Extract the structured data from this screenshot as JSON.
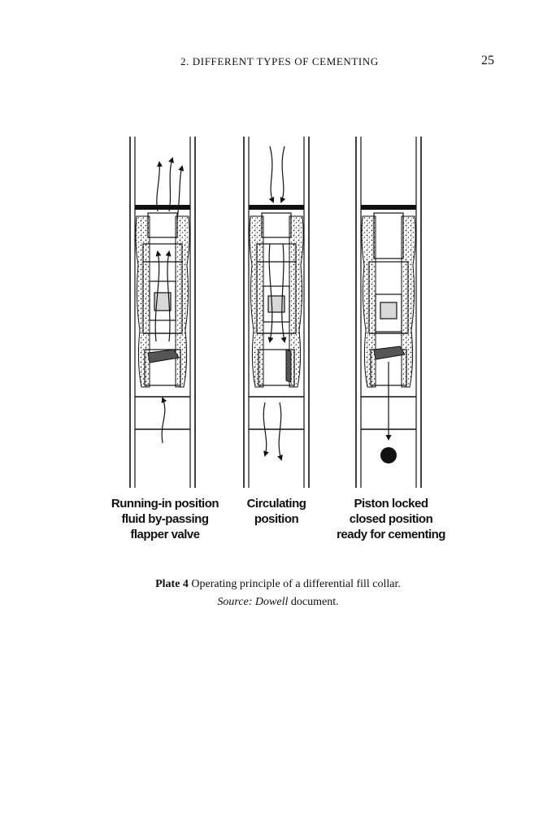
{
  "header": {
    "running_title": "2.  DIFFERENT TYPES OF CEMENTING",
    "page_number": "25"
  },
  "figure": {
    "panels": [
      {
        "label_lines": [
          "Running-in position",
          "fluid by-passing",
          "flapper valve"
        ]
      },
      {
        "label_lines": [
          "Circulating",
          "position"
        ]
      },
      {
        "label_lines": [
          "Piston locked",
          "closed position",
          "ready for cementing"
        ]
      }
    ]
  },
  "caption": {
    "plate_id": "Plate 4",
    "text": "Operating principle of a differential fill collar.",
    "source_label": "Source:",
    "source_name": "Dowell",
    "source_suffix": "document."
  }
}
